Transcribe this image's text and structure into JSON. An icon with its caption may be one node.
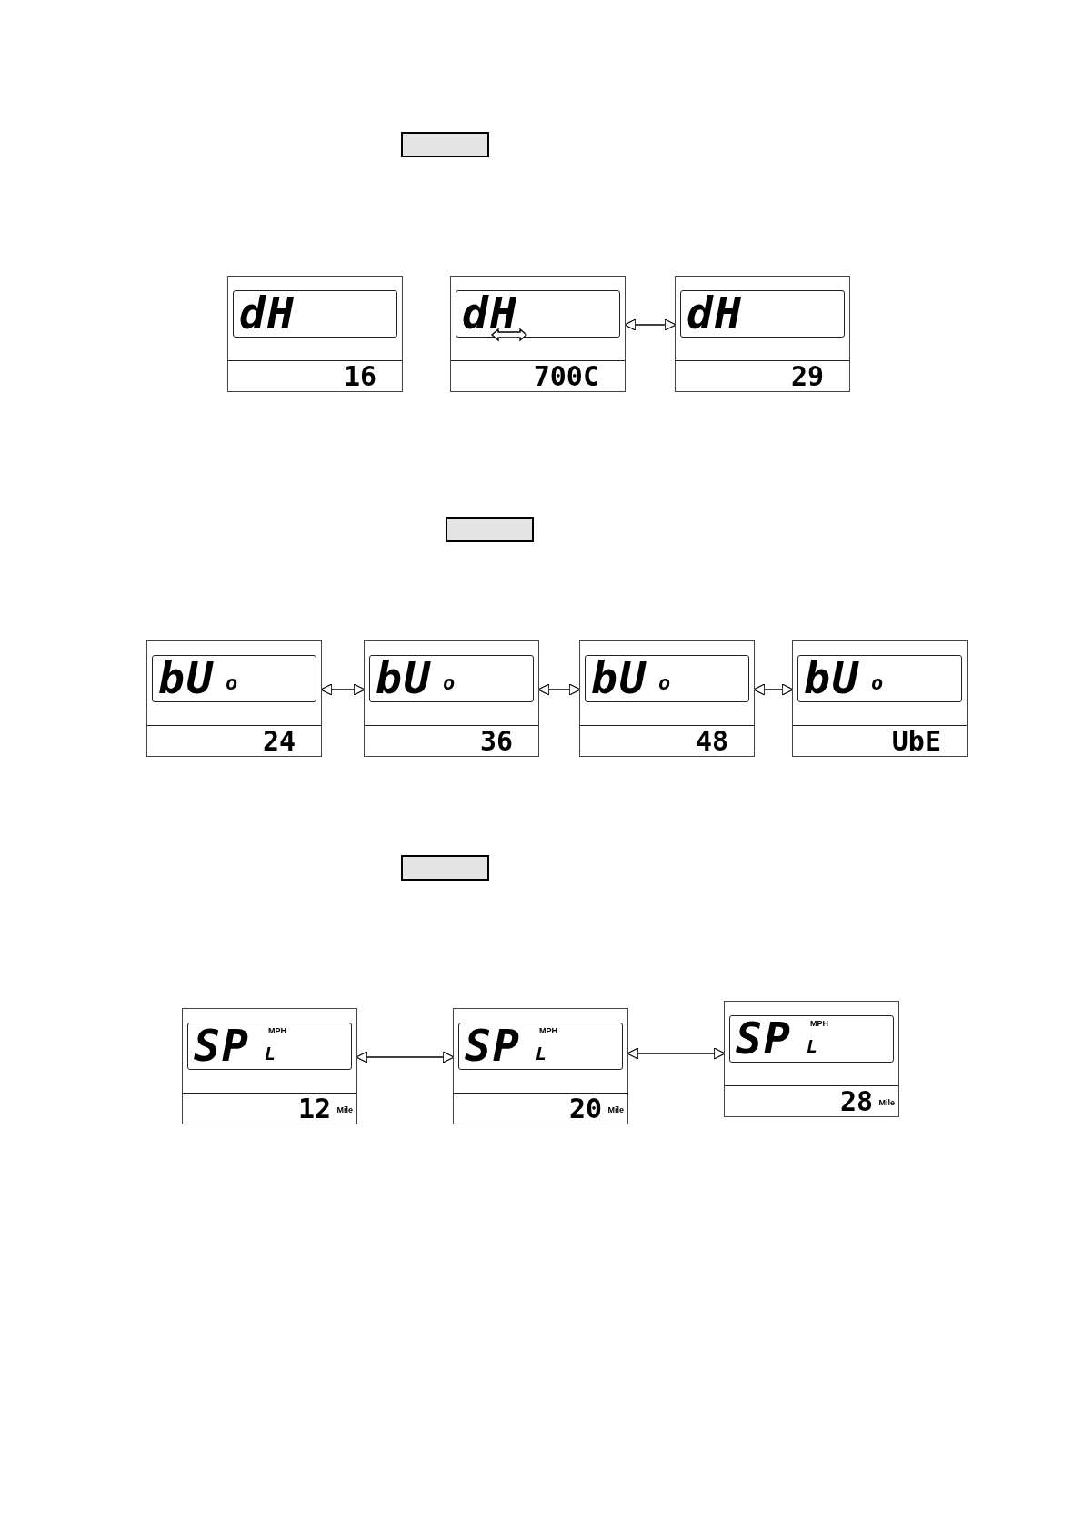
{
  "diagram": {
    "nodes": [
      {
        "text": [],
        "shape": "box"
      },
      {
        "text": [
          "dH",
          "16"
        ]
      },
      {
        "text": [
          "dH",
          "700C"
        ]
      },
      {
        "text": [
          "dH",
          "29"
        ]
      },
      {
        "text": [],
        "shape": "box"
      },
      {
        "text": [
          "bU",
          "o",
          "24"
        ]
      },
      {
        "text": [
          "bU",
          "o",
          "36"
        ]
      },
      {
        "text": [
          "bU",
          "o",
          "48"
        ]
      },
      {
        "text": [
          "bU",
          "o",
          "UbE"
        ]
      },
      {
        "text": [],
        "shape": "box"
      },
      {
        "text": [
          "SP",
          "MPH",
          "L",
          "12",
          "Mile"
        ]
      },
      {
        "text": [
          "SP",
          "MPH",
          "L",
          "20",
          "Mile"
        ]
      },
      {
        "text": [
          "SP",
          "MPH",
          "L",
          "28",
          "Mile"
        ]
      }
    ],
    "edges": [
      {
        "from": 2,
        "to": 3,
        "arrow": "both"
      },
      {
        "from": 5,
        "to": 6,
        "arrow": "both"
      },
      {
        "from": 6,
        "to": 7,
        "arrow": "both"
      },
      {
        "from": 7,
        "to": 8,
        "arrow": "both"
      },
      {
        "from": 10,
        "to": 11,
        "arrow": "both"
      },
      {
        "from": 11,
        "to": 12,
        "arrow": "both"
      }
    ]
  }
}
